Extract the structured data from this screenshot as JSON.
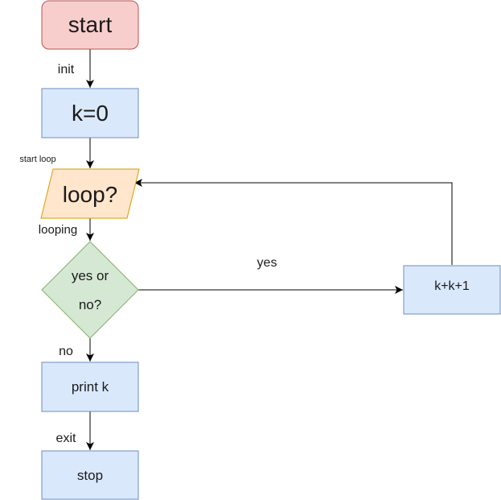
{
  "nodes": {
    "start": {
      "label": "start",
      "fill": "#f8cecc",
      "stroke": "#b85450",
      "shape": "rounded-rectangle"
    },
    "init_k": {
      "label": "k=0",
      "fill": "#dae8fc",
      "stroke": "#6c8ebf",
      "shape": "rectangle"
    },
    "loop": {
      "label": "loop?",
      "fill": "#ffe6cc",
      "stroke": "#d79b00",
      "shape": "parallelogram"
    },
    "decision": {
      "label_line1": "yes or",
      "label_line2": "no?",
      "fill": "#d5e8d4",
      "stroke": "#82b366",
      "shape": "diamond"
    },
    "increment": {
      "label": "k+k+1",
      "fill": "#dae8fc",
      "stroke": "#6c8ebf",
      "shape": "rectangle"
    },
    "print_k": {
      "label": "print k",
      "fill": "#dae8fc",
      "stroke": "#6c8ebf",
      "shape": "rectangle"
    },
    "stop": {
      "label": "stop",
      "fill": "#dae8fc",
      "stroke": "#6c8ebf",
      "shape": "rectangle"
    }
  },
  "edges": {
    "init": {
      "label": "init"
    },
    "start_loop": {
      "label": "start loop"
    },
    "looping": {
      "label": "looping"
    },
    "yes": {
      "label": "yes"
    },
    "no": {
      "label": "no"
    },
    "exit": {
      "label": "exit"
    },
    "back": {
      "label": ""
    }
  },
  "colors": {
    "edge": "#000000",
    "text": "#1a1a1a",
    "background": "#ffffff"
  }
}
